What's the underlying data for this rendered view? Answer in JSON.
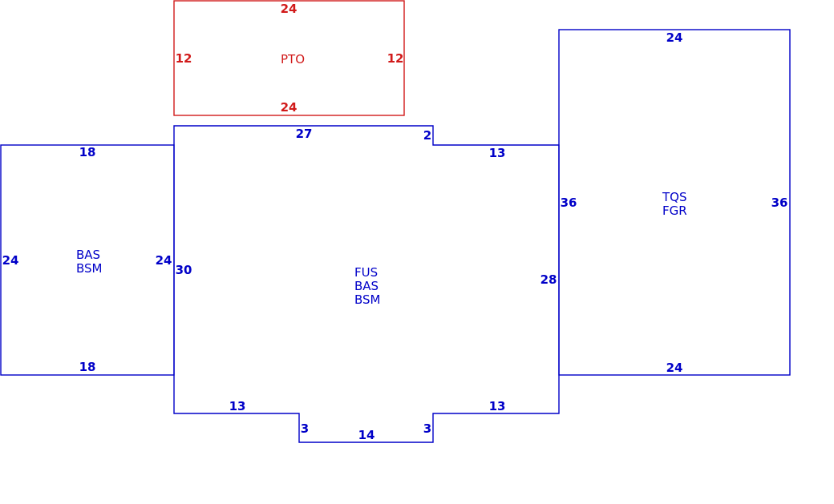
{
  "colors": {
    "primary": "#0000c8",
    "porch": "#d11a1a"
  },
  "pto": {
    "label": "PTO",
    "dims": {
      "top": "24",
      "bottom": "24",
      "left": "12",
      "right": "12"
    }
  },
  "left_wing": {
    "labels": [
      "BAS",
      "BSM"
    ],
    "dims": {
      "top": "18",
      "bottom": "18",
      "left": "24",
      "right": "24"
    }
  },
  "main": {
    "labels": [
      "FUS",
      "BAS",
      "BSM"
    ],
    "dims": {
      "top": "27",
      "step_right": "2",
      "top_right": "13",
      "left": "30",
      "right": "28",
      "bottom_left": "13",
      "bottom_right": "13",
      "notch_left": "3",
      "notch_bottom": "14",
      "notch_right": "3"
    }
  },
  "garage": {
    "labels": [
      "TQS",
      "FGR"
    ],
    "dims": {
      "top": "24",
      "bottom": "24",
      "left": "36",
      "right": "36"
    }
  }
}
